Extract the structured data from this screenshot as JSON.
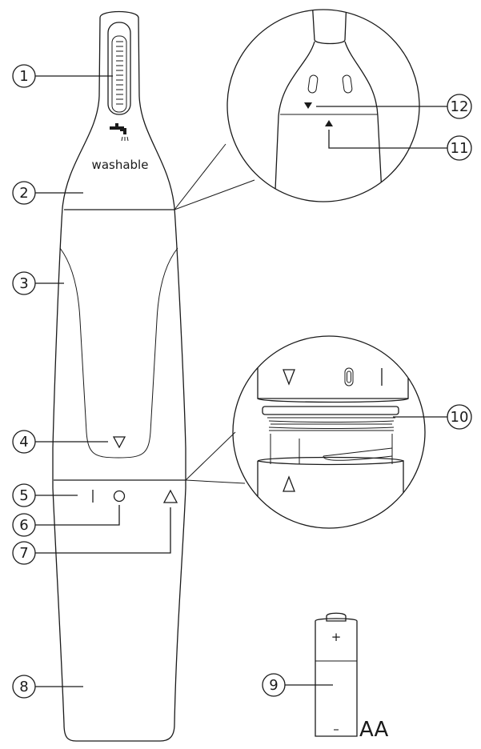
{
  "callouts": [
    {
      "num": "1"
    },
    {
      "num": "2"
    },
    {
      "num": "3"
    },
    {
      "num": "4"
    },
    {
      "num": "5"
    },
    {
      "num": "6"
    },
    {
      "num": "7"
    },
    {
      "num": "8"
    },
    {
      "num": "9"
    },
    {
      "num": "10"
    },
    {
      "num": "11"
    },
    {
      "num": "12"
    }
  ],
  "labels": {
    "washable": "washable",
    "battery_type": "AA",
    "battery_plus": "+",
    "battery_minus": "–"
  },
  "colors": {
    "line": "#1a1a1a",
    "background": "#ffffff"
  },
  "icons": [
    "water-tap-icon",
    "unlock-triangle-icon",
    "lock-triangle-icon"
  ]
}
